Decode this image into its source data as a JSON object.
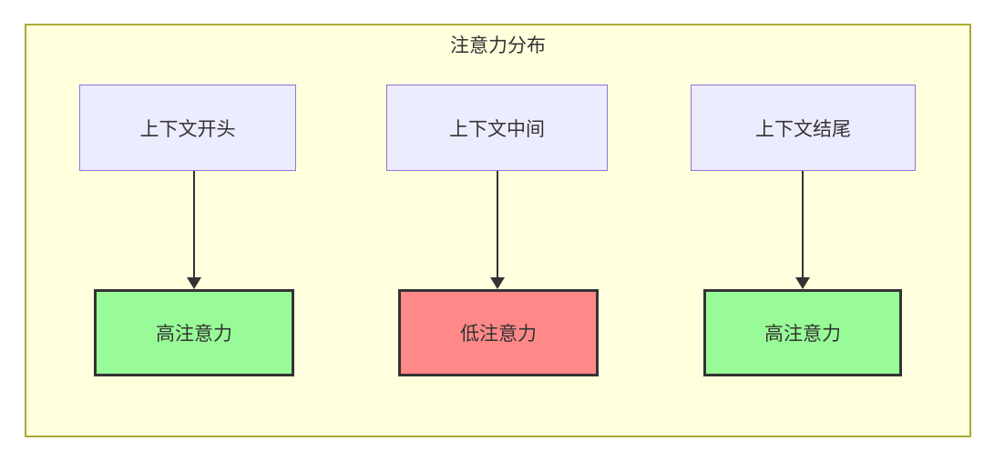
{
  "diagram": {
    "title": "注意力分布",
    "columns": [
      {
        "source": "上下文开头",
        "target": "高注意力",
        "target_type": "high"
      },
      {
        "source": "上下文中间",
        "target": "低注意力",
        "target_type": "low"
      },
      {
        "source": "上下文结尾",
        "target": "高注意力",
        "target_type": "high"
      }
    ],
    "colors": {
      "cluster_background": "#ffffde",
      "cluster_border": "#aaaa33",
      "source_fill": "#ECECFF",
      "source_border": "#9370DB",
      "high_attention_fill": "#98FB98",
      "low_attention_fill": "#ff8888",
      "target_border": "#333333",
      "arrow": "#333333",
      "text": "#333333"
    }
  }
}
